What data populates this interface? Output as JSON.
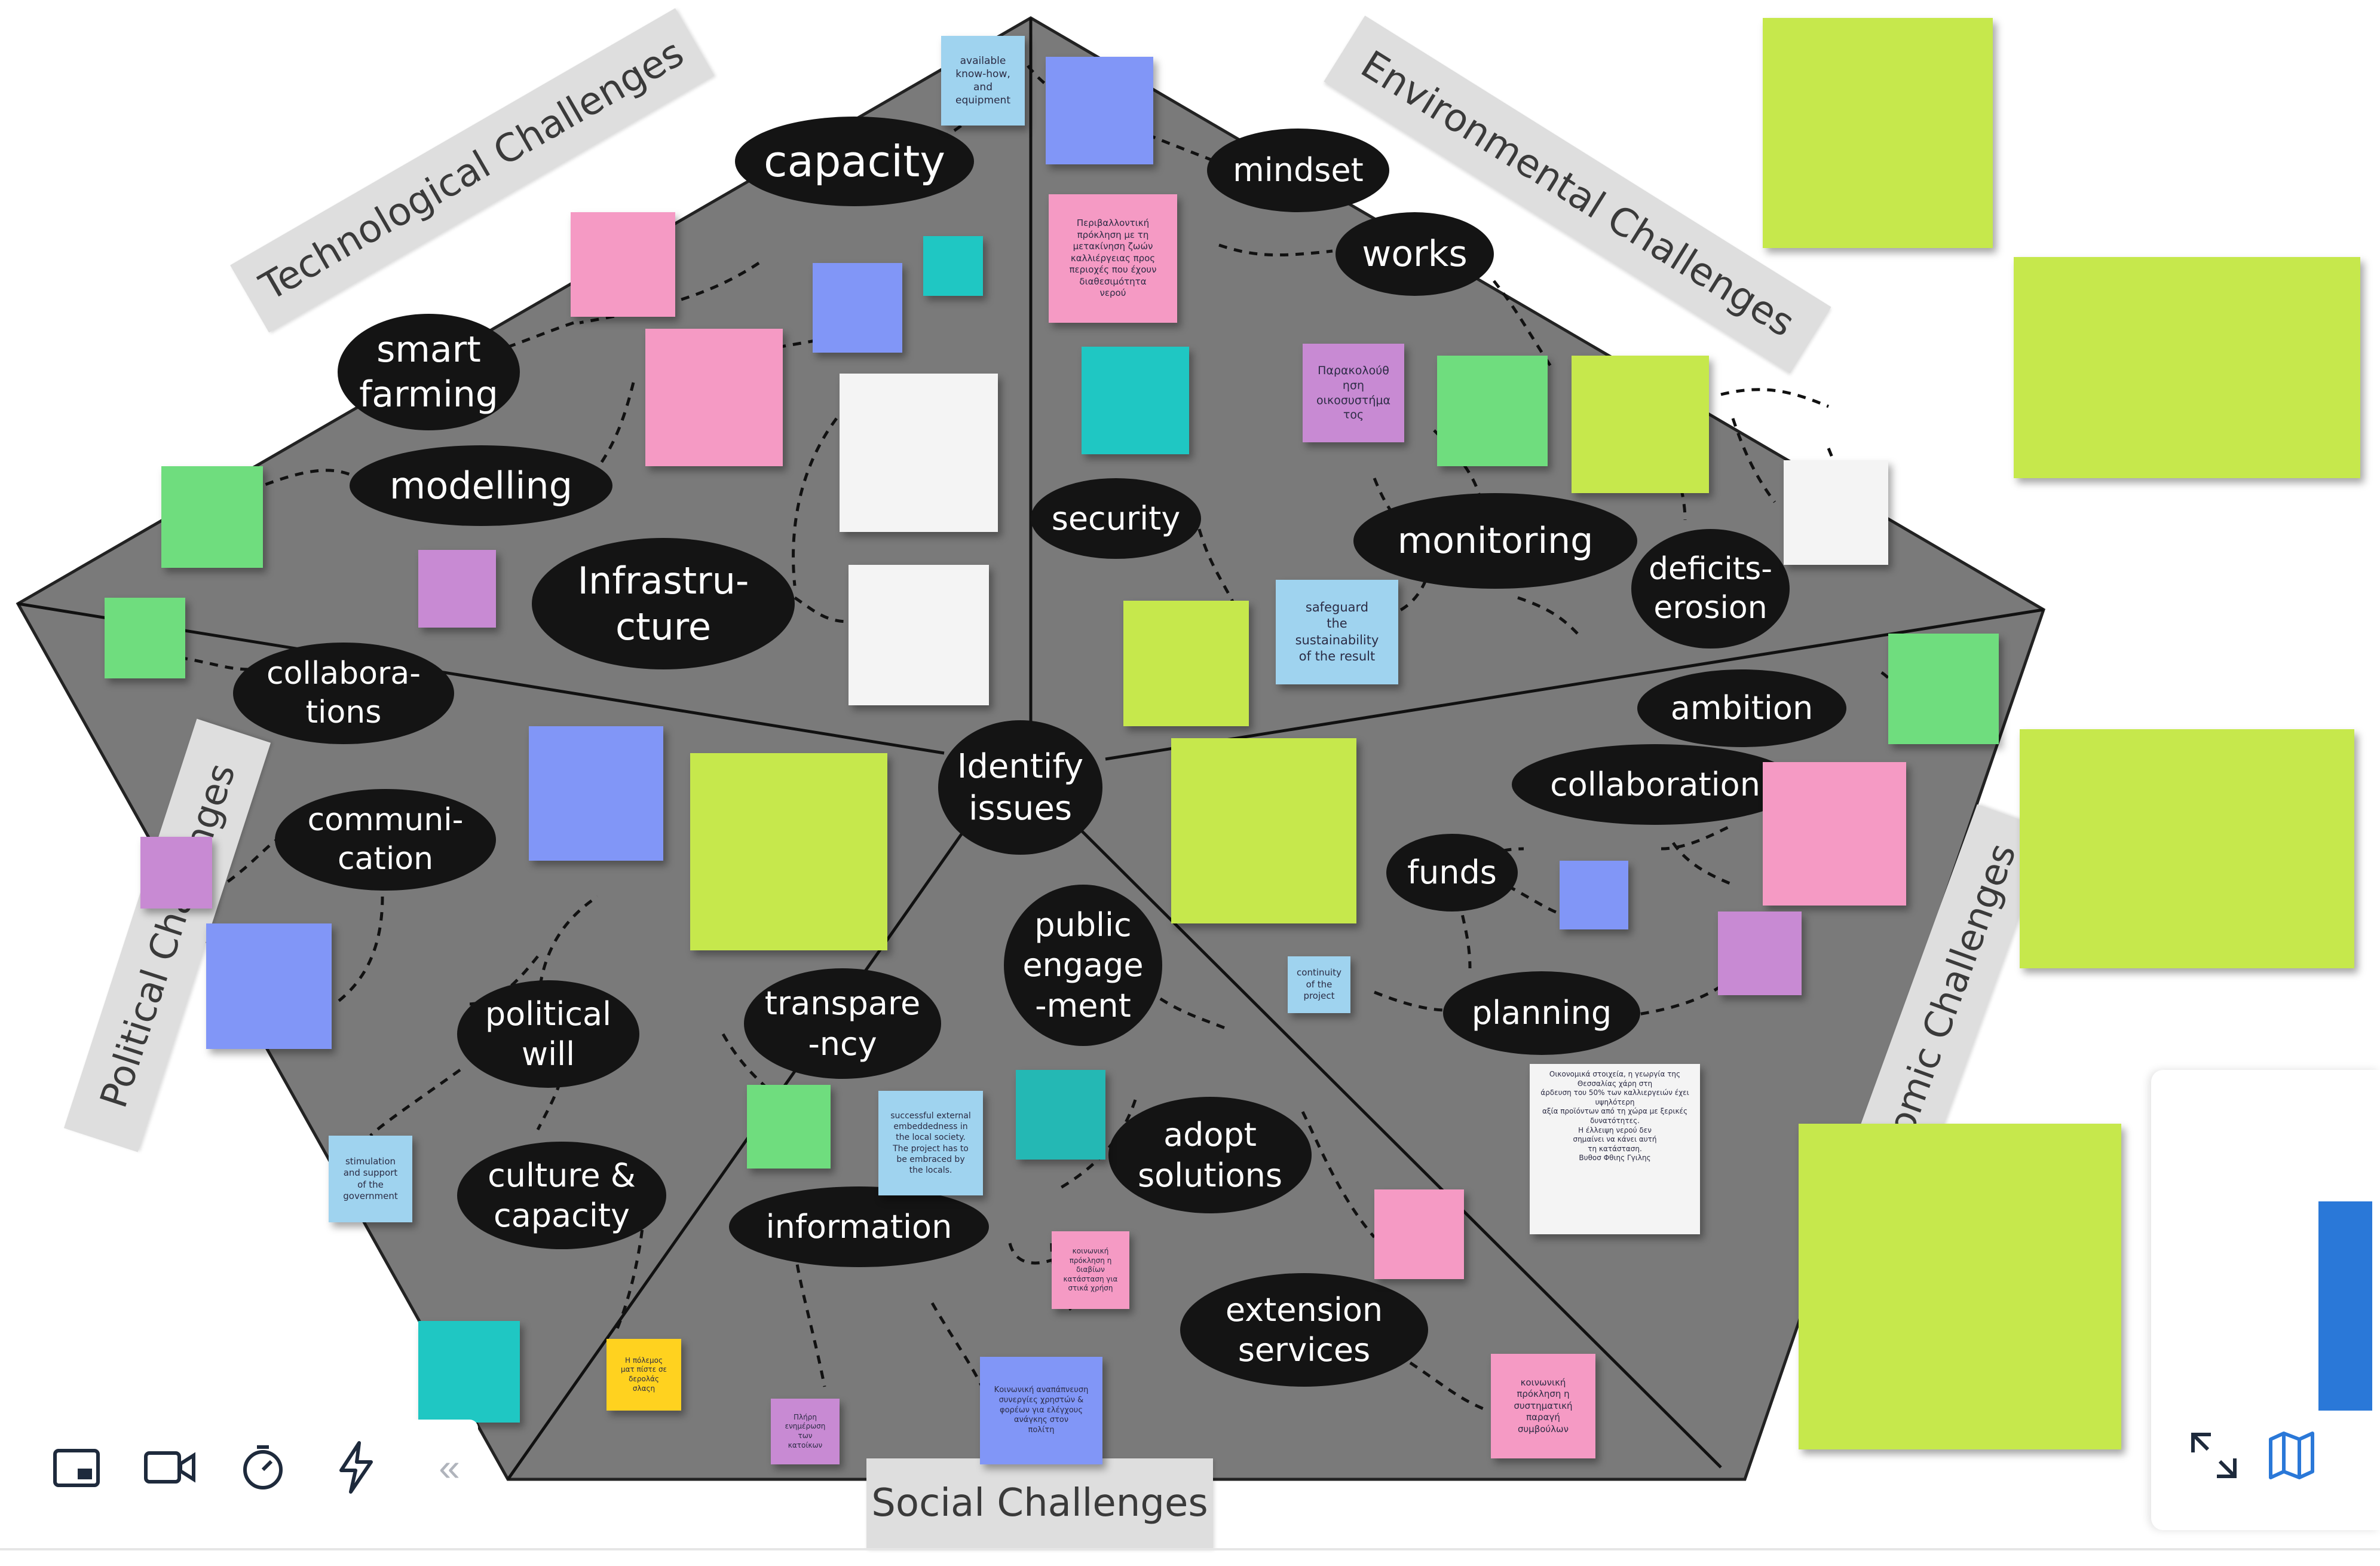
{
  "labels": {
    "technological": "Technological Challenges",
    "environmental": "Environmental Challenges",
    "political": "Political Challenges",
    "economic": "Economic Challenges",
    "social": "Social Challenges"
  },
  "bubbles": {
    "capacity": "capacity",
    "smart_farming": "smart\nfarming",
    "modelling": "modelling",
    "infrastructure": "Infrastru-\ncture",
    "collaborations": "collabora-\ntions",
    "communication": "communi-\ncation",
    "political_will": "political\nwill",
    "culture_capacity": "culture &\ncapacity",
    "transparency": "transpare\n-ncy",
    "information": "information",
    "public_engagement": "public\nengage\n-ment",
    "adopt_solutions": "adopt\nsolutions",
    "extension_services": "extension\nservices",
    "identify_issues": "Identify\nissues",
    "mindset": "mindset",
    "works": "works",
    "security": "security",
    "monitoring": "monitoring",
    "deficits_erosion": "deficits-\nerosion",
    "ambition": "ambition",
    "collaboration": "collaboration",
    "funds": "funds",
    "planning": "planning"
  },
  "notes": {
    "n1": "available\nknow-how,\nand\nequipment",
    "n2": "safeguard\nthe\nsustainability\nof the result",
    "n3": "continuity\nof the\nproject",
    "n4": "stimulation\nand support\nof the\ngovernment",
    "n5": "successful external\nembeddedness in\nthe local society.\nThe project has to\nbe embraced by\nthe locals.",
    "n6": "Παρακολούθ\nηση\nοικοσυστήμα\nτος",
    "n7": "Περιβαλλοντική\nπρόκληση με τη\nμετακίνηση ζωών\nκαλλιέργειας προς\nπεριοχές που έχουν\nδιαθεσιμότητα\nνερού",
    "n8": "Οικονομικά στοιχεία, η γεωργία της Θεσσαλίας χάρη στη\nάρδευση του 50% των καλλιεργειών έχει υψηλότερη\nαξία προϊόντων από τη χώρα με ξερικές δυνατότητες.\nΗ έλλειψη νερού δεν\nσημαίνει να κάνει αυτή\nτη κατάσταση.\nΒυθοσ Φθιης Γγιλης",
    "n9": "κοινωνική\nπρόκληση η\nσυστηματική\nπαραγή\nσυμβούλων",
    "n10": "Πλήρη\nενημέρωση\nτων\nκατοίκων",
    "n11": "Η πόλεμος\nματ πίστε σε\nδερολάς\nσλαςη",
    "n12": "κοινωνική\nπρόκληση η\nδιαβίων\nκατάσταση για\nστικά χρήση",
    "n13": "Κοινωνική αναπάπνευση\nσυνεργίες χρηστών &\nφορέων για ελέγχους\nανάγκης στον\nπολίτη"
  },
  "toolbar": {
    "collapse_glyph": "«"
  },
  "colors": {
    "board_gray": "#7a7a7a",
    "bubble": "#141414",
    "pink": "#f59ac4",
    "blue": "#8196f7",
    "lightblue": "#9fd3ef",
    "cyan": "#1fc7c3",
    "green": "#6fdd7e",
    "lime": "#c6e84c",
    "white": "#f4f4f4",
    "purple": "#c88ad3",
    "yellow": "#ffd21f",
    "teal": "#24b8b4"
  }
}
